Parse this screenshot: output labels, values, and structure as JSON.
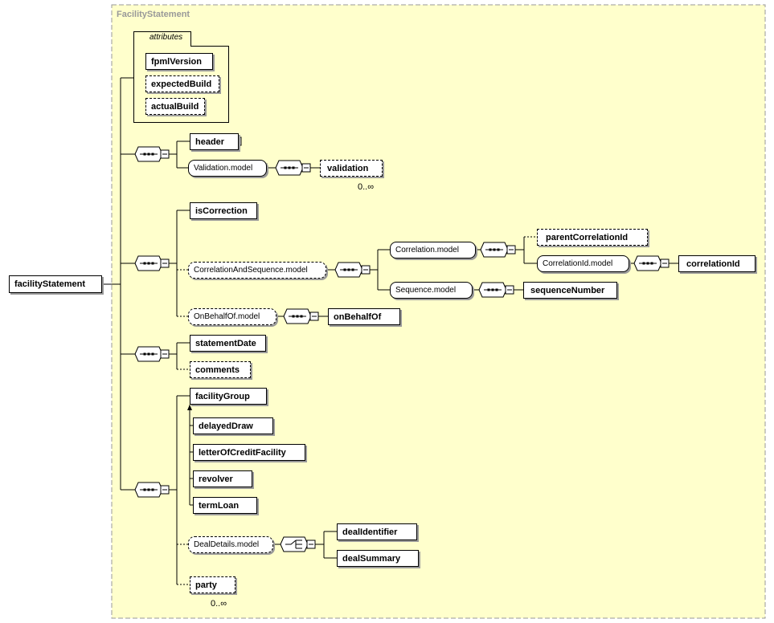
{
  "diagram": {
    "title": "FacilityStatement",
    "attributes_label": "attributes",
    "root": "facilityStatement",
    "attributes": [
      "fpmlVersion",
      "expectedBuild",
      "actualBuild"
    ],
    "elements": {
      "header": "header",
      "validation_model": "Validation.model",
      "validation": "validation",
      "validation_occ": "0..∞",
      "is_correction": "isCorrection",
      "correlation_and_sequence_model": "CorrelationAndSequence.model",
      "correlation_model": "Correlation.model",
      "parent_correlation_id": "parentCorrelationId",
      "correlation_id_model": "CorrelationId.model",
      "correlation_id": "correlationId",
      "sequence_model": "Sequence.model",
      "sequence_number": "sequenceNumber",
      "on_behalf_of_model": "OnBehalfOf.model",
      "on_behalf_of": "onBehalfOf",
      "statement_date": "statementDate",
      "comments": "comments",
      "facility_group": "facilityGroup",
      "delayed_draw": "delayedDraw",
      "letter_of_credit_facility": "letterOfCreditFacility",
      "revolver": "revolver",
      "term_loan": "termLoan",
      "deal_details_model": "DealDetails.model",
      "deal_identifier": "dealIdentifier",
      "deal_summary": "dealSummary",
      "party": "party",
      "party_occ": "0..∞"
    }
  },
  "colors": {
    "panel": "#ffffcc",
    "panel_border": "#999999",
    "title": "#999999"
  }
}
